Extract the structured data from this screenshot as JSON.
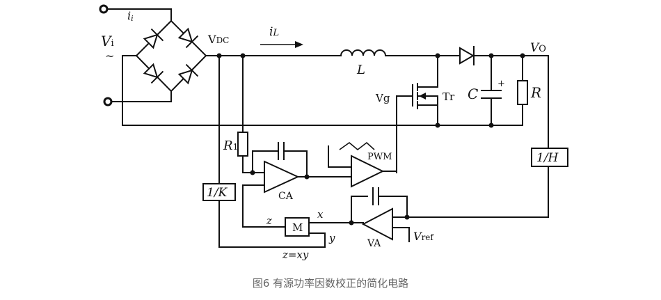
{
  "caption": "图6  有源功率因数校正的简化电路",
  "labels": {
    "input_current": "i",
    "input_current_sub": "i",
    "input_voltage": "V",
    "input_voltage_sub": "i",
    "ac_symbol": "~",
    "vdc": "V",
    "vdc_sub": "DC",
    "inductor_current": "i",
    "inductor_current_sub": "L",
    "inductor": "L",
    "gate_voltage": "Vg",
    "transistor": "Tr",
    "capacitor": "C",
    "capacitor_polarity": "+",
    "load_resistor": "R",
    "output_voltage": "V",
    "output_voltage_sub": "O",
    "sense_resistor": "R",
    "sense_resistor_sub": "1",
    "pwm": "PWM",
    "current_amp": "CA",
    "voltage_amp": "VA",
    "feedback_h": "1/H",
    "feedforward_k": "1/K",
    "multiplier": "M",
    "mult_in_x": "x",
    "mult_in_y": "y",
    "mult_out_z": "z",
    "mult_equation": "z=xy",
    "vref": "V",
    "vref_sub": "ref"
  }
}
